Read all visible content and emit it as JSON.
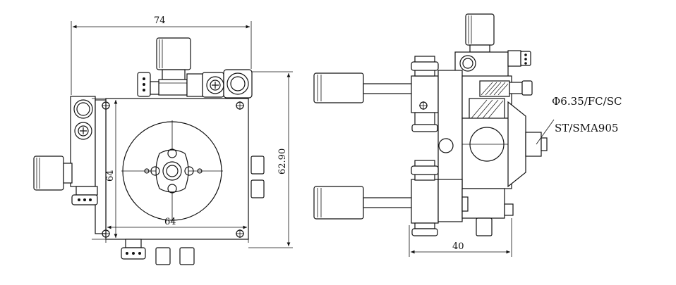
{
  "front_view": {
    "dims": {
      "overall_width": "74",
      "block_width": "64",
      "block_height": "64",
      "overall_height": "62.90"
    }
  },
  "side_view": {
    "dims": {
      "depth": "40"
    },
    "labels": {
      "connector_1": "Φ6.35/FC/SC",
      "connector_2": "ST/SMA905"
    }
  }
}
